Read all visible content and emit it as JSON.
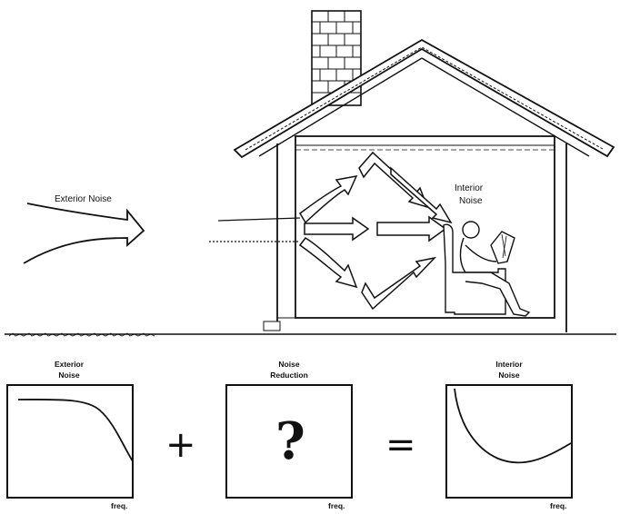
{
  "house": {
    "exterior_label": "Exterior Noise",
    "interior_label_line1": "Interior",
    "interior_label_line2": "Noise"
  },
  "equation": {
    "panels": [
      {
        "title_line1": "Exterior",
        "title_line2": "Noise",
        "axis_label": "freq."
      },
      {
        "title_line1": "Noise",
        "title_line2": "Reduction",
        "axis_label": "freq.",
        "symbol": "?"
      },
      {
        "title_line1": "Interior",
        "title_line2": "Noise",
        "axis_label": "freq."
      }
    ],
    "plus_symbol": "+",
    "equals_symbol": "="
  },
  "colors": {
    "ink": "#111111",
    "background": "#ffffff"
  }
}
